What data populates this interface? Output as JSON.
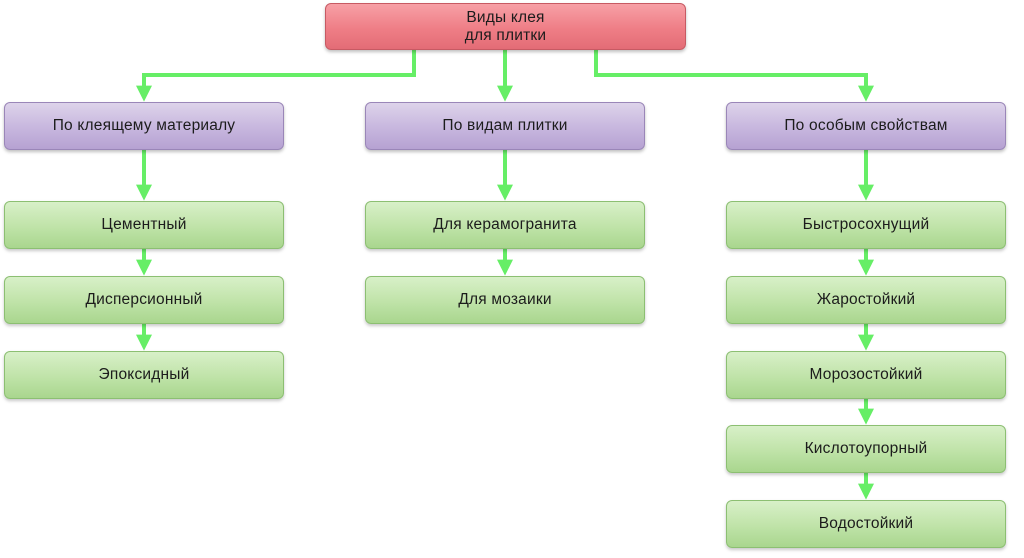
{
  "root": {
    "line1": "Виды клея",
    "line2": "для плитки"
  },
  "categories": [
    {
      "label": "По клеящему материалу",
      "items": [
        "Цементный",
        "Дисперсионный",
        "Эпоксидный"
      ]
    },
    {
      "label": "По видам плитки",
      "items": [
        "Для керамогранита",
        "Для мозаики"
      ]
    },
    {
      "label": "По особым свойствам",
      "items": [
        "Быстросохнущий",
        "Жаростойкий",
        "Морозостойкий",
        "Кислотоупорный",
        "Водостойкий"
      ]
    }
  ],
  "colors": {
    "root_fill": "#ef7e86",
    "category_fill": "#c7b6de",
    "item_fill": "#bfe3a8",
    "arrow": "#66ee66"
  }
}
